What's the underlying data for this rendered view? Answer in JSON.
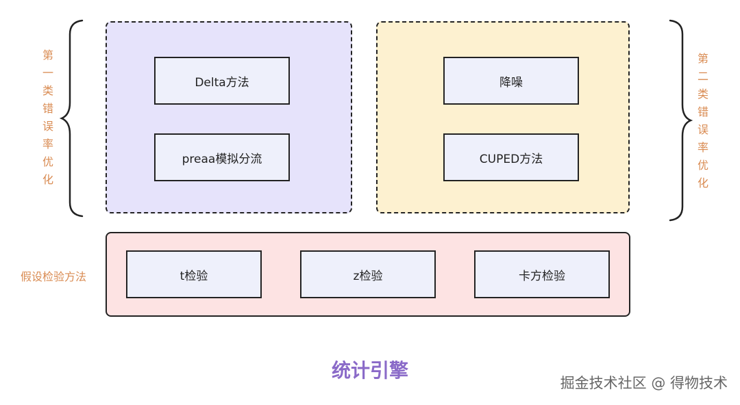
{
  "title": "统计引擎",
  "watermark": "掘金技术社区 @ 得物技术",
  "colors": {
    "panel_purple": "#e6e3fb",
    "panel_yellow": "#fdf1d0",
    "panel_pink": "#fde3e3",
    "node_fill": "#eef0fb",
    "label_orange": "#d98b52",
    "title_purple": "#8a6ac8"
  },
  "left_label": "第一类错误率优化",
  "right_label": "第二类错误率优化",
  "hypothesis_label": "假设检验方法",
  "type1_methods": [
    "Delta方法",
    "preaa模拟分流"
  ],
  "type2_methods": [
    "降噪",
    "CUPED方法"
  ],
  "tests": [
    "t检验",
    "z检验",
    "卡方检验"
  ]
}
